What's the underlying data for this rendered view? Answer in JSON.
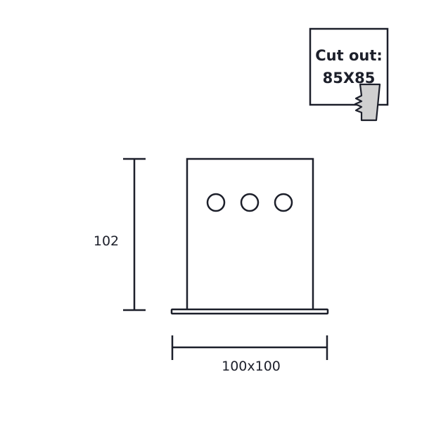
{
  "dimensions": {
    "height": "102",
    "width": "100x100"
  },
  "cutout": {
    "label": "Cut out:",
    "size": "85X85"
  },
  "colors": {
    "line": "#1c1f2a",
    "saw_fill": "#d0d0d0",
    "background": "#ffffff"
  },
  "icons": {
    "saw": "saw-icon"
  },
  "fixture": {
    "led_count": 3
  }
}
